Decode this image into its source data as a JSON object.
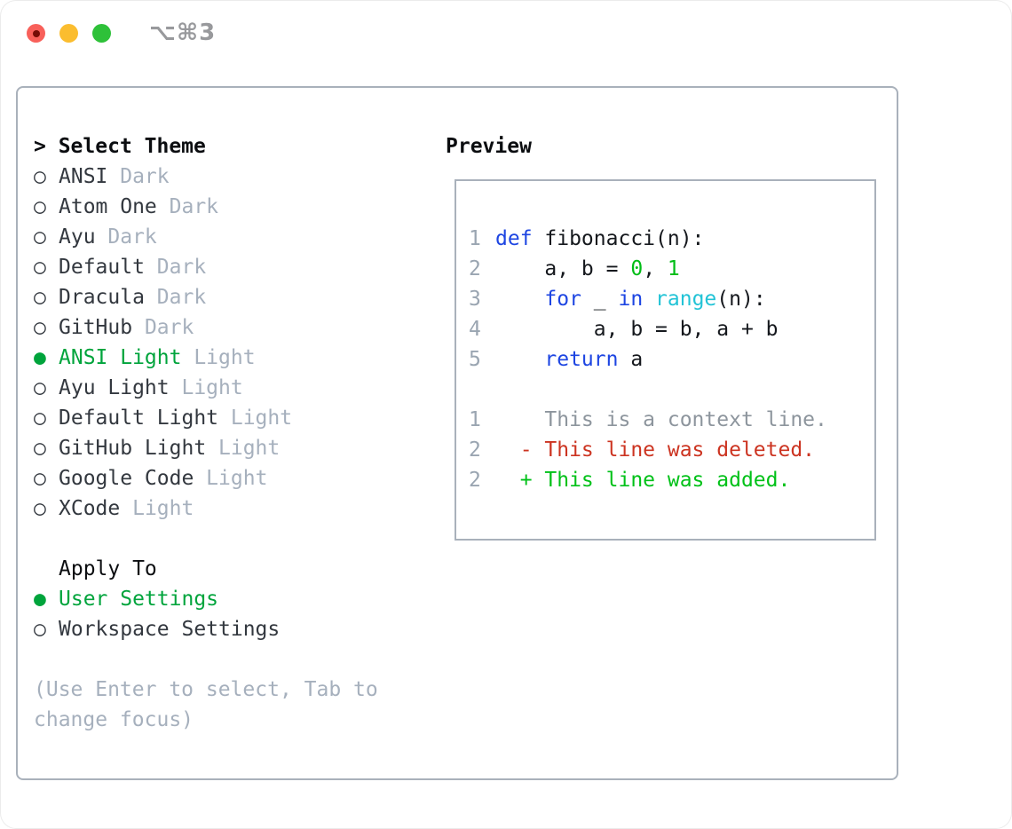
{
  "window": {
    "title": "⌥⌘3"
  },
  "panel": {
    "select_theme": {
      "prefix": "> ",
      "label": "Select Theme"
    },
    "themes": [
      {
        "name": "ANSI",
        "tag": " Dark",
        "selected": false
      },
      {
        "name": "Atom One",
        "tag": " Dark",
        "selected": false
      },
      {
        "name": "Ayu",
        "tag": " Dark",
        "selected": false
      },
      {
        "name": "Default",
        "tag": " Dark",
        "selected": false
      },
      {
        "name": "Dracula",
        "tag": " Dark",
        "selected": false
      },
      {
        "name": "GitHub",
        "tag": " Dark",
        "selected": false
      },
      {
        "name": "ANSI Light",
        "tag": " Light",
        "selected": true
      },
      {
        "name": "Ayu Light",
        "tag": " Light",
        "selected": false
      },
      {
        "name": "Default Light",
        "tag": " Light",
        "selected": false
      },
      {
        "name": "GitHub Light",
        "tag": " Light",
        "selected": false
      },
      {
        "name": "Google Code",
        "tag": " Light",
        "selected": false
      },
      {
        "name": "XCode",
        "tag": " Light",
        "selected": false
      }
    ],
    "bullet_unselected": "○",
    "bullet_selected": "●",
    "apply_to": {
      "label": "Apply To",
      "options": [
        {
          "name": "User Settings",
          "selected": true
        },
        {
          "name": "Workspace Settings",
          "selected": false
        }
      ]
    },
    "hint_lines": [
      "(Use Enter to select, Tab to",
      "change focus)"
    ]
  },
  "preview": {
    "label": "Preview",
    "code_lines": [
      {
        "num": "1",
        "tokens": [
          {
            "t": "def",
            "c": "keyword"
          },
          {
            "t": " fibonacci(n):",
            "c": "plain"
          }
        ]
      },
      {
        "num": "2",
        "tokens": [
          {
            "t": "    a, b = ",
            "c": "plain"
          },
          {
            "t": "0",
            "c": "number"
          },
          {
            "t": ", ",
            "c": "plain"
          },
          {
            "t": "1",
            "c": "number"
          }
        ]
      },
      {
        "num": "3",
        "tokens": [
          {
            "t": "    ",
            "c": "plain"
          },
          {
            "t": "for",
            "c": "keyword"
          },
          {
            "t": " _ ",
            "c": "plain"
          },
          {
            "t": "in",
            "c": "keyword"
          },
          {
            "t": " ",
            "c": "plain"
          },
          {
            "t": "range",
            "c": "builtin"
          },
          {
            "t": "(n):",
            "c": "plain"
          }
        ]
      },
      {
        "num": "4",
        "tokens": [
          {
            "t": "        a, b = b, a + b",
            "c": "plain"
          }
        ]
      },
      {
        "num": "5",
        "tokens": [
          {
            "t": "    ",
            "c": "plain"
          },
          {
            "t": "return",
            "c": "keyword"
          },
          {
            "t": " a",
            "c": "plain"
          }
        ]
      }
    ],
    "diff_lines": [
      {
        "num": "1",
        "text": "    This is a context line.",
        "kind": "context"
      },
      {
        "num": "2",
        "text": "  - This line was deleted.",
        "kind": "deleted"
      },
      {
        "num": "2",
        "text": "  + This line was added.",
        "kind": "added"
      }
    ]
  },
  "colors": {
    "traffic-red": "#f8605a",
    "traffic-red-dot": "#750c06",
    "traffic-yellow": "#fbbd2f",
    "traffic-green": "#2ec139",
    "title-gray": "#98999c",
    "frame-border": "#a9b1bb",
    "ink-black": "#0b0d10",
    "name-dark": "#33383f",
    "muted-gray": "#a6b0bd",
    "select-green": "#00a43c",
    "gutter-gray": "#9aa5b1",
    "code-ink": "#15181d",
    "kw-blue": "#1d45e2",
    "builtin-cyan": "#22c3d6",
    "num-green": "#00bd16",
    "context-gray": "#8d959d",
    "del-red": "#cc3421",
    "add-green": "#00c118"
  }
}
